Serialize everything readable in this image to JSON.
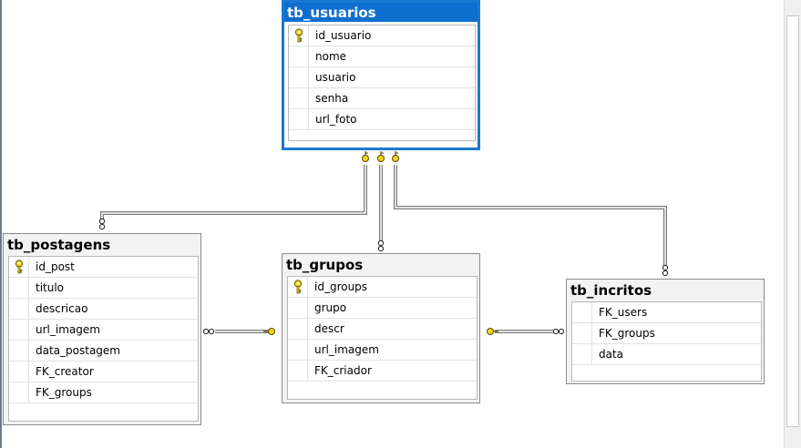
{
  "tables": {
    "tb_usuarios": {
      "title": "tb_usuarios",
      "columns": [
        {
          "name": "id_usuario",
          "pk": true
        },
        {
          "name": "nome",
          "pk": false
        },
        {
          "name": "usuario",
          "pk": false
        },
        {
          "name": "senha",
          "pk": false
        },
        {
          "name": "url_foto",
          "pk": false
        }
      ]
    },
    "tb_postagens": {
      "title": "tb_postagens",
      "columns": [
        {
          "name": "id_post",
          "pk": true
        },
        {
          "name": "titulo",
          "pk": false
        },
        {
          "name": "descricao",
          "pk": false
        },
        {
          "name": "url_imagem",
          "pk": false
        },
        {
          "name": "data_postagem",
          "pk": false
        },
        {
          "name": "FK_creator",
          "pk": false
        },
        {
          "name": "FK_groups",
          "pk": false
        }
      ]
    },
    "tb_grupos": {
      "title": "tb_grupos",
      "columns": [
        {
          "name": "id_groups",
          "pk": true
        },
        {
          "name": "grupo",
          "pk": false
        },
        {
          "name": "descr",
          "pk": false
        },
        {
          "name": "url_imagem",
          "pk": false
        },
        {
          "name": "FK_criador",
          "pk": false
        }
      ]
    },
    "tb_incritos": {
      "title": "tb_incritos",
      "columns": [
        {
          "name": "FK_users",
          "pk": false
        },
        {
          "name": "FK_groups",
          "pk": false
        },
        {
          "name": "data",
          "pk": false
        }
      ]
    }
  },
  "relationships": [
    {
      "from": "tb_usuarios",
      "to": "tb_postagens",
      "one_end": "key",
      "many_end": "infinity"
    },
    {
      "from": "tb_usuarios",
      "to": "tb_grupos",
      "one_end": "key",
      "many_end": "infinity"
    },
    {
      "from": "tb_usuarios",
      "to": "tb_incritos",
      "one_end": "key",
      "many_end": "infinity"
    },
    {
      "from": "tb_grupos",
      "to": "tb_postagens",
      "one_end": "key",
      "many_end": "infinity"
    },
    {
      "from": "tb_grupos",
      "to": "tb_incritos",
      "one_end": "key",
      "many_end": "infinity"
    }
  ],
  "colors": {
    "selected_header": "#0f6fcf",
    "selected_border": "#1b78d2",
    "key_icon": "#f2d41f",
    "connector": "#7a7a7a"
  },
  "icons": {
    "primary_key": "key-icon",
    "relationship_one_end": "key-icon",
    "relationship_many_end": "infinity-icon"
  }
}
